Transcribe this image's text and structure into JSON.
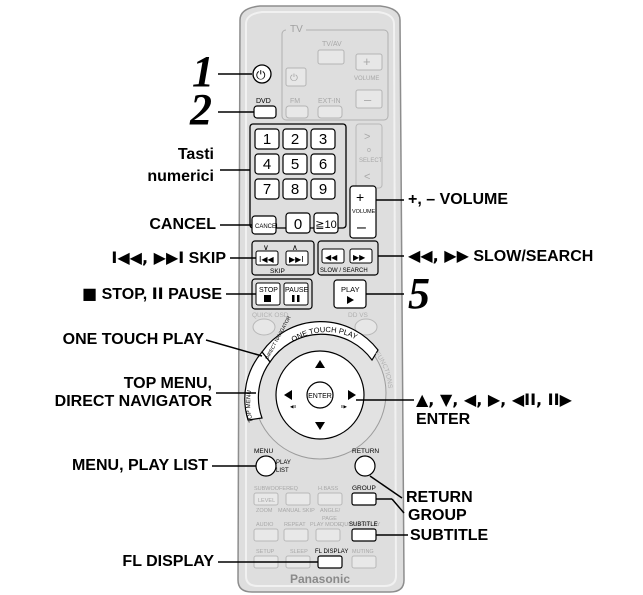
{
  "steps": {
    "s1": "1",
    "s2": "2",
    "s5": "5"
  },
  "labels": {
    "numeric": [
      "Tasti",
      "numerici"
    ],
    "cancel": "CANCEL",
    "skip": "SKIP",
    "skip_glyphs": "I◀◀, ▶▶I",
    "stop_pause": "STOP,",
    "pause": "PAUSE",
    "one_touch_play": "ONE TOUCH PLAY",
    "top_menu": [
      "TOP MENU,",
      "DIRECT NAVIGATOR"
    ],
    "menu_play_list": "MENU, PLAY LIST",
    "fl_display": "FL DISPLAY",
    "volume": "+, – VOLUME",
    "slow_search": "SLOW/SEARCH",
    "slow_search_glyphs": "◀◀, ▶▶",
    "arrows": "▲, ▼, ◀, ▶, ◀II, II▶",
    "enter": "ENTER",
    "return": "RETURN",
    "group": "GROUP",
    "subtitle": "SUBTITLE"
  },
  "remote": {
    "brand": "Panasonic",
    "tv": "TV",
    "tv_av": "TV/AV",
    "volume_small": "VOLUME",
    "dvd": "DVD",
    "fm": "FM",
    "ext_in": "EXT-IN",
    "select": "SELECT",
    "keypad": [
      "1",
      "2",
      "3",
      "4",
      "5",
      "6",
      "7",
      "8",
      "9"
    ],
    "zero": "0",
    "ge10": "≧10",
    "cancel_btn": "CANCEL",
    "volume_btn": "VOLUME",
    "skip_btn": "SKIP",
    "slow_search_btn": "SLOW / SEARCH",
    "stop_btn": "STOP",
    "pause_btn": "PAUSE",
    "play_btn": "PLAY",
    "quick_osd": "QUICK OSD",
    "dd_vs": "DD VS",
    "one_touch_play_ring": "ONE TOUCH PLAY",
    "direct_navigator": "DIRECT NAVIGATOR",
    "top_menu": "TOP MENU",
    "functions": "FUNCTIONS",
    "enter": "ENTER",
    "menu": "MENU",
    "play_list": [
      "PLAY",
      "LIST"
    ],
    "return_btn": "RETURN",
    "subwoofer": "SUBWOOFER",
    "eq": "EQ",
    "h_bass": "H.BASS",
    "group_btn": "GROUP",
    "level": "LEVEL",
    "audio": "AUDIO",
    "repeat": "REPEAT",
    "play_mode": "PLAY MODE",
    "quick_replay": "QUICK REPLAY",
    "zoom": "ZOOM",
    "manual_skip": "MANUAL SKIP",
    "angle": "ANGLE/",
    "page": "PAGE",
    "subtitle_btn": "SUBTITLE",
    "setup": "SETUP",
    "sleep": "SLEEP",
    "fl_display_btn": "FL DISPLAY",
    "muting": "MUTING"
  },
  "colors": {
    "body": "#dcdcdc",
    "body_edge": "#9a9a9a",
    "faded_text": "#a8a8a8",
    "key_face": "#ffffff",
    "frame": "#000000"
  }
}
